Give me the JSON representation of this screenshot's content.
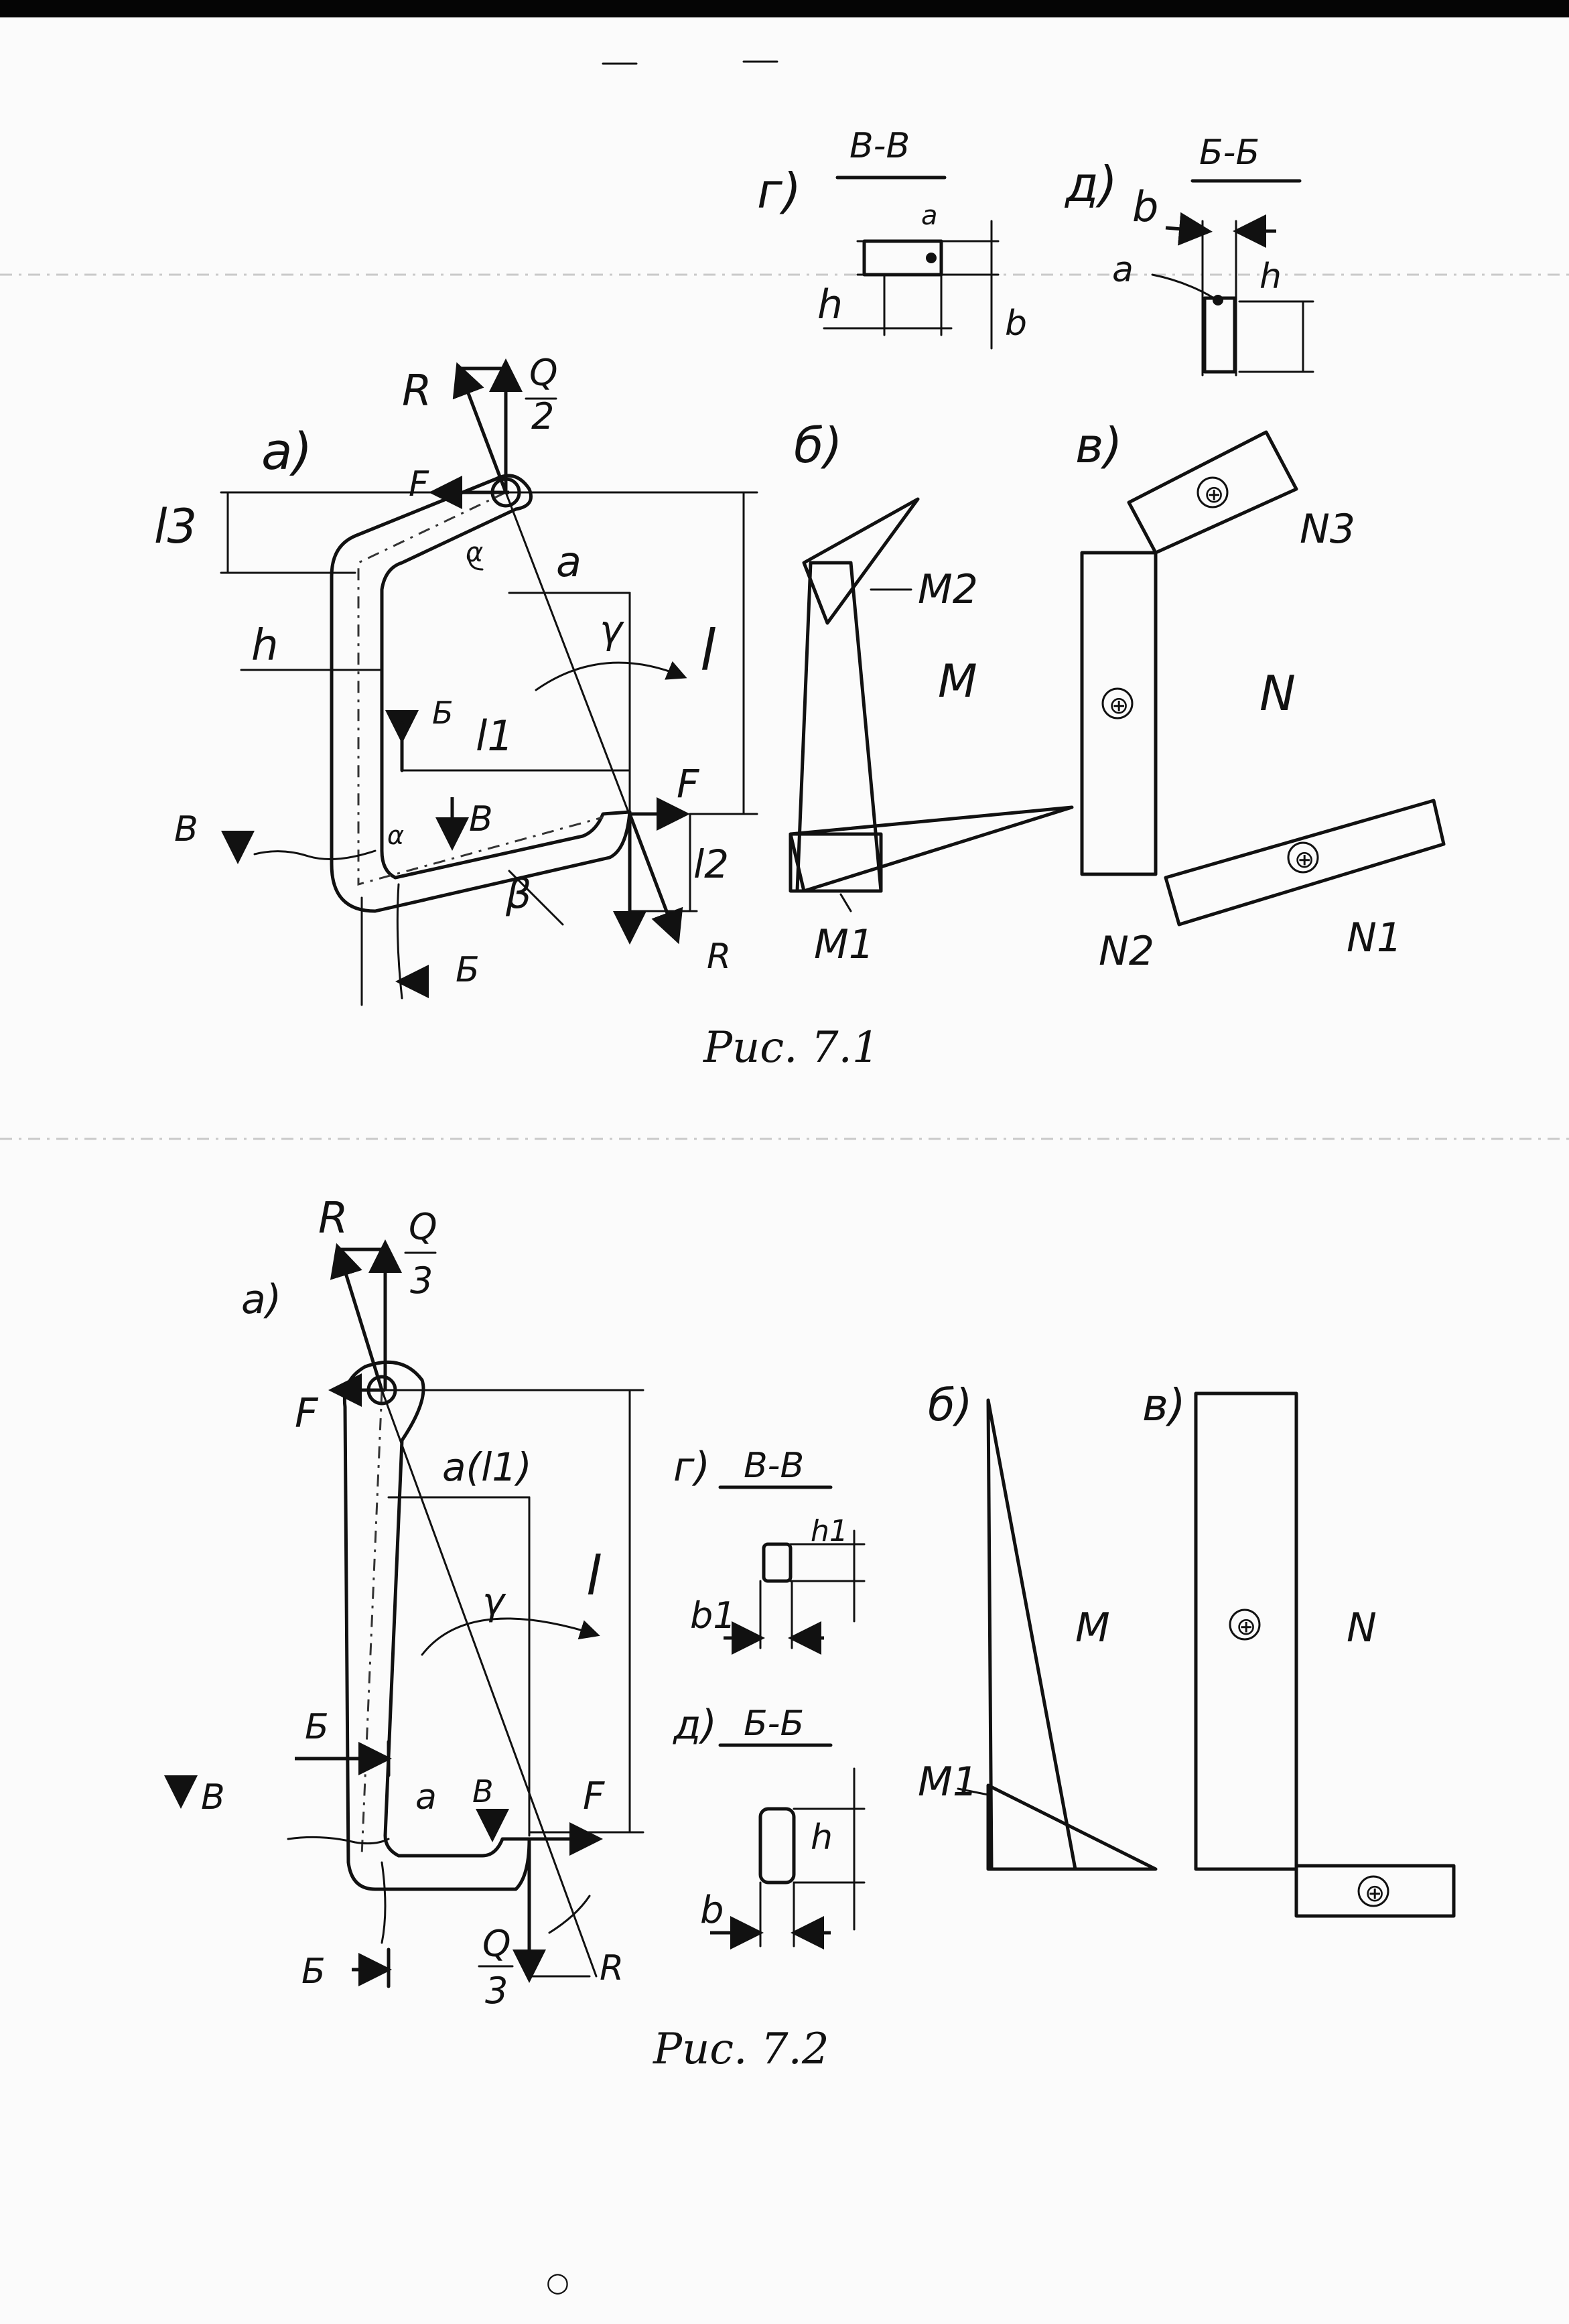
{
  "figure1": {
    "caption": "Рис. 7.1",
    "panel_a": "а)",
    "panel_b": "б)",
    "panel_v": "в)",
    "panel_g": "г)",
    "panel_d": "д)",
    "section_vv": "В-В",
    "section_bb": "Б-Б",
    "load": "Q",
    "load_divisor": "2",
    "R": "R",
    "R2": "R",
    "F": "F",
    "F2": "F",
    "l": "l",
    "l1": "l1",
    "l2": "l2",
    "l3": "l3",
    "a": "a",
    "h": "h",
    "alpha": "α",
    "alpha2": "α",
    "beta": "β",
    "gamma": "γ",
    "cut_b1": "Б",
    "cut_b2": "Б",
    "cut_v1": "В",
    "cut_v2": "В",
    "sec_g_a": "a",
    "sec_g_h": "h",
    "sec_g_b": "b",
    "sec_d_b": "b",
    "sec_d_a": "a",
    "sec_d_h": "h",
    "moment": "M",
    "M1": "M1",
    "M2": "M2",
    "normal": "N",
    "N1": "N1",
    "N2": "N2",
    "N3": "N3",
    "plus": "⊕"
  },
  "figure2": {
    "caption": "Рис. 7.2",
    "panel_a": "а)",
    "panel_b": "б)",
    "panel_v": "в)",
    "panel_g": "г)",
    "panel_d": "д)",
    "section_vv": "В-В",
    "section_bb": "Б-Б",
    "load": "Q",
    "load_divisor": "3",
    "R": "R",
    "R2": "R",
    "F": "F",
    "F2": "F",
    "a_l1": "a(l1)",
    "a": "a",
    "l": "l",
    "gamma": "γ",
    "cut_v1": "В",
    "cut_v2": "В",
    "cut_b1": "Б",
    "cut_b2": "Б",
    "sec_g_h": "h1",
    "sec_g_b": "b1",
    "sec_d_h": "h",
    "sec_d_b": "b",
    "moment": "M",
    "M1": "M1",
    "normal": "N",
    "plus": "⊕"
  },
  "page_mark": "○",
  "colors": {
    "ink": "#111111",
    "paper": "#fbfbfb",
    "scan_edge": "#050505"
  }
}
